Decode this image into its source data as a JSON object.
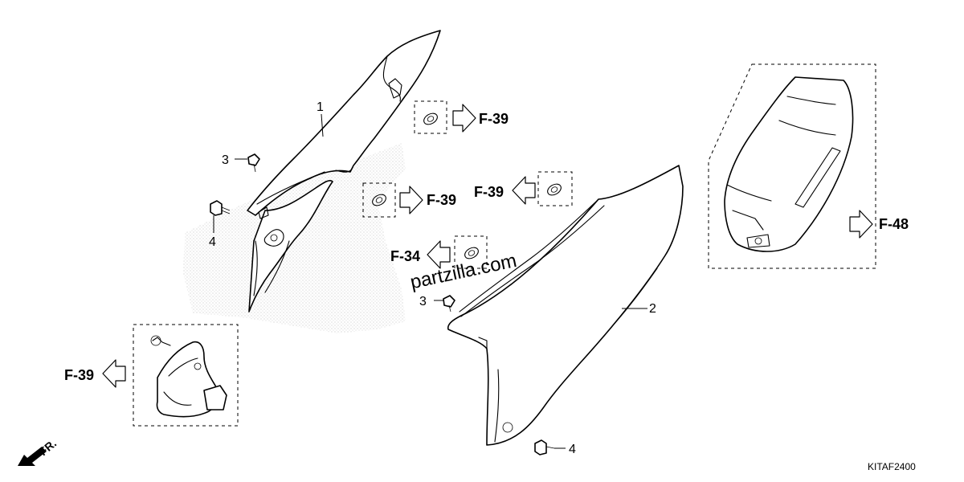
{
  "callouts": {
    "part_1": "1",
    "part_2": "2",
    "part_3_upper": "3",
    "part_3_lower": "3",
    "part_4_upper": "4",
    "part_4_lower": "4"
  },
  "references": {
    "grommet_upper": "F-39",
    "grommet_middle_right": "F-39",
    "grommet_middle_left": "F-39",
    "grommet_lower": "F-34",
    "bracket_assembly": "F-39",
    "battery_box": "F-48"
  },
  "direction_marker": "FR.",
  "diagram_code": "KITAF2400",
  "watermark": "partzilla.com",
  "icons": {
    "front_direction": "arrow-down-left-icon",
    "reference_arrow": "hollow-arrow-icon"
  }
}
